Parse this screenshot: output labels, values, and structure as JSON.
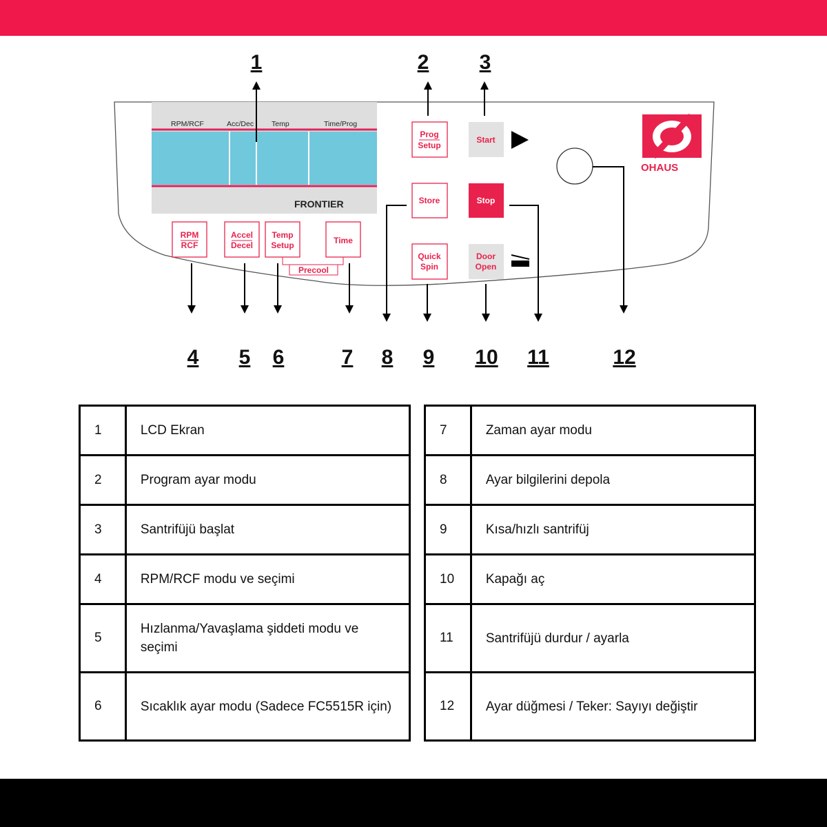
{
  "colors": {
    "top_bar": "#f0184a",
    "bottom_bar": "#000000",
    "lcd": "#70c8dc",
    "accent_line": "#e0245e",
    "stop_button": "#e8224c",
    "brand_red": "#e8224c"
  },
  "callouts": [
    "1",
    "2",
    "3",
    "4",
    "5",
    "6",
    "7",
    "8",
    "9",
    "10",
    "11",
    "12"
  ],
  "panel": {
    "display_headers": [
      "RPM/RCF",
      "Acc/Dec",
      "Temp",
      "Time/Prog"
    ],
    "model_name": "FRONTIER",
    "brand": "OHAUS",
    "buttons": {
      "rpm": [
        "RPM",
        "RCF"
      ],
      "accel": [
        "Accel",
        "Decel"
      ],
      "temp": [
        "Temp",
        "Setup"
      ],
      "time": "Time",
      "precool": "Precool",
      "prog": [
        "Prog",
        "Setup"
      ],
      "start": "Start",
      "store": "Store",
      "stop": "Stop",
      "quick": [
        "Quick",
        "Spin"
      ],
      "door": [
        "Door",
        "Open"
      ]
    },
    "icons": [
      "play-arrow-icon",
      "door-open-icon",
      "dial-knob-icon",
      "ohaus-logo-icon"
    ]
  },
  "legend_left": [
    {
      "num": "1",
      "desc": "LCD Ekran"
    },
    {
      "num": "2",
      "desc": "Program ayar modu"
    },
    {
      "num": "3",
      "desc": "Santrifüjü başlat"
    },
    {
      "num": "4",
      "desc": "RPM/RCF modu ve seçimi"
    },
    {
      "num": "5",
      "desc": "Hızlanma/Yavaşlama şiddeti modu ve seçimi"
    },
    {
      "num": "6",
      "desc": "Sıcaklık ayar modu (Sadece FC5515R için)"
    }
  ],
  "legend_right": [
    {
      "num": "7",
      "desc": "Zaman ayar modu"
    },
    {
      "num": "8",
      "desc": "Ayar bilgilerini depola"
    },
    {
      "num": "9",
      "desc": "Kısa/hızlı santrifüj"
    },
    {
      "num": "10",
      "desc": "Kapağı aç"
    },
    {
      "num": "11",
      "desc": "Santrifüjü durdur / ayarla"
    },
    {
      "num": "12",
      "desc": "Ayar düğmesi / Teker: Sayıyı değiştir"
    }
  ]
}
